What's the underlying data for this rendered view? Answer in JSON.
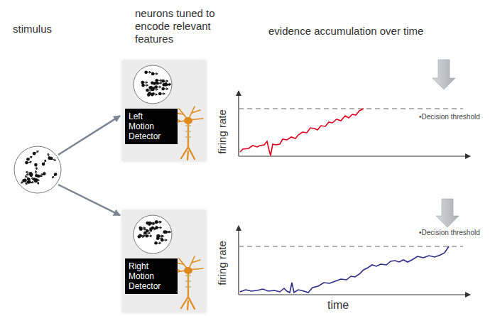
{
  "diagram": {
    "nodes": [
      {
        "text": [
          "stimulus"
        ]
      },
      {
        "text": [
          "Left Motion Detector"
        ]
      },
      {
        "text": [
          "Right Motion Detector"
        ]
      }
    ],
    "edges": [
      {
        "from": 0,
        "to": 1,
        "arrow": "to"
      },
      {
        "from": 0,
        "to": 2,
        "arrow": "to"
      }
    ],
    "labels": [
      "neurons tuned to encode relevant features",
      "evidence accumulation over time",
      "firing rate",
      "•Decision threshold",
      "firing rate",
      "•Decision threshold",
      "time"
    ]
  }
}
